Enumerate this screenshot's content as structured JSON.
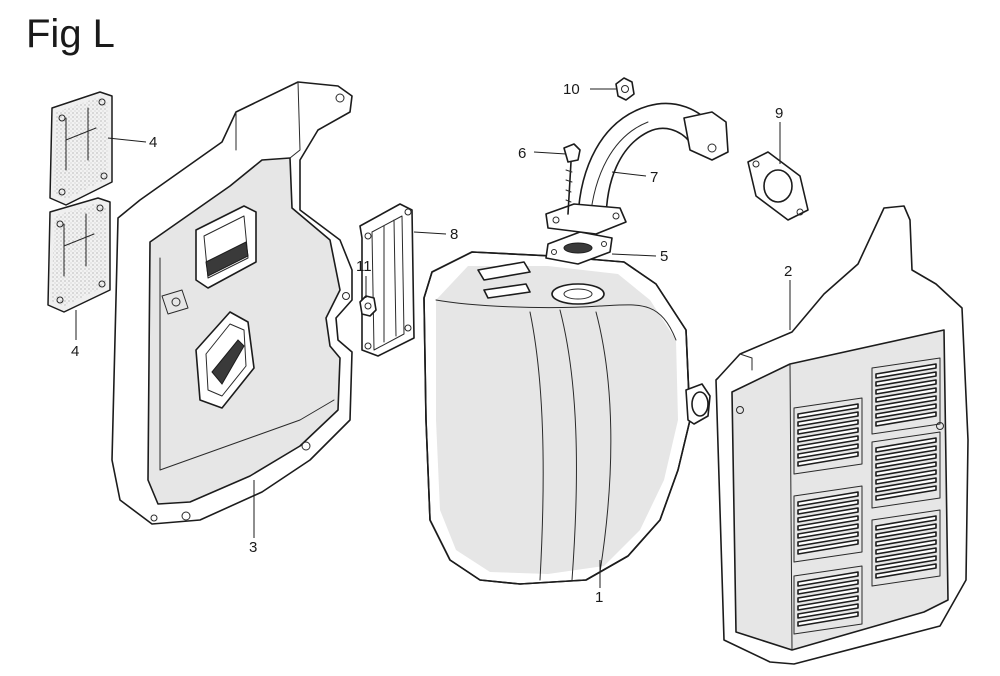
{
  "figure": {
    "title": "Fig L"
  },
  "callouts": [
    {
      "id": "callout-1",
      "label": "1"
    },
    {
      "id": "callout-2",
      "label": "2"
    },
    {
      "id": "callout-3",
      "label": "3"
    },
    {
      "id": "callout-4-upper",
      "label": "4"
    },
    {
      "id": "callout-4-lower",
      "label": "4"
    },
    {
      "id": "callout-5",
      "label": "5"
    },
    {
      "id": "callout-6",
      "label": "6"
    },
    {
      "id": "callout-7",
      "label": "7"
    },
    {
      "id": "callout-8",
      "label": "8"
    },
    {
      "id": "callout-9",
      "label": "9"
    },
    {
      "id": "callout-10",
      "label": "10"
    },
    {
      "id": "callout-11",
      "label": "11"
    }
  ]
}
